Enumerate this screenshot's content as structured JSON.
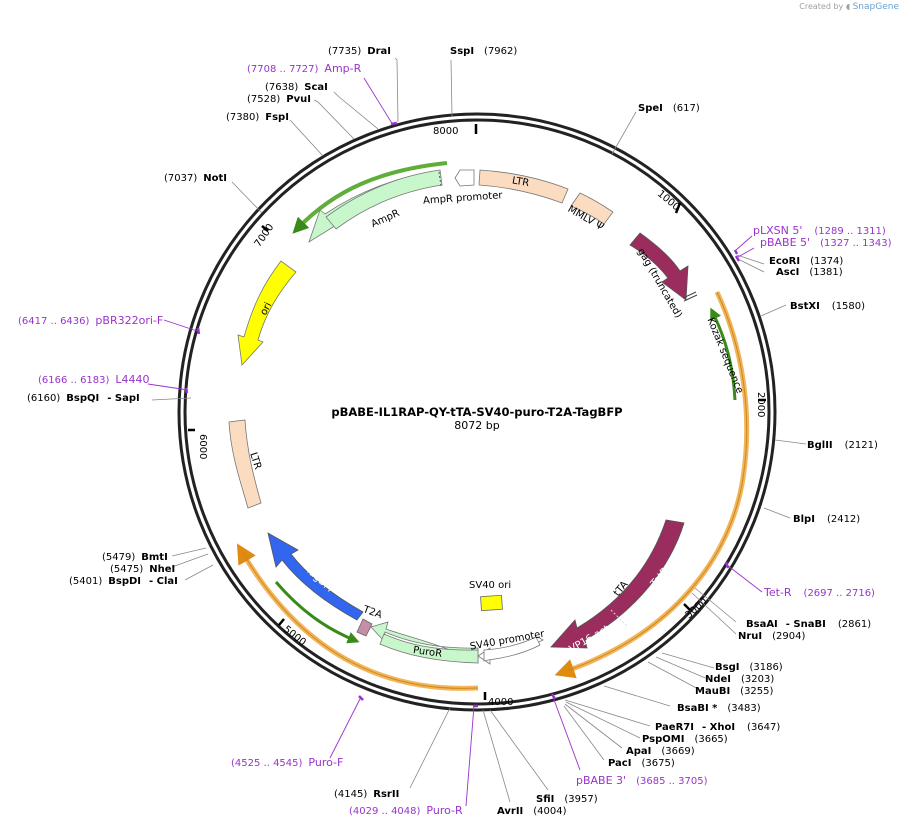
{
  "brand": {
    "created_by": "Created by",
    "name": "SnapGene"
  },
  "plasmid": {
    "name": "pBABE-IL1RAP-QY-tTA-SV40-puro-T2A-TagBFP",
    "length": "8072 bp"
  },
  "ticks": [
    "1000",
    "2000",
    "3000",
    "4000",
    "5000",
    "6000",
    "7000",
    "8000"
  ],
  "features": [
    {
      "name": "LTR",
      "label": "LTR"
    },
    {
      "name": "MMLV psi",
      "label": "MMLV Ψ"
    },
    {
      "name": "gag (truncated)",
      "label": "gag (truncated)"
    },
    {
      "name": "Kozak sequence",
      "label": "Kozak sequence"
    },
    {
      "name": "tTA",
      "label": "tTA"
    },
    {
      "name": "TetR",
      "label": "TetR"
    },
    {
      "name": "VP16 act",
      "label": "VP16 act..."
    },
    {
      "name": "SV40 ori",
      "label": "SV40 ori"
    },
    {
      "name": "SV40 promoter",
      "label": "SV40 promoter"
    },
    {
      "name": "PuroR",
      "label": "PuroR"
    },
    {
      "name": "T2A",
      "label": "T2A"
    },
    {
      "name": "TagBFP",
      "label": "TagBFP"
    },
    {
      "name": "LTR 2",
      "label": "LTR"
    },
    {
      "name": "ori",
      "label": "ori"
    },
    {
      "name": "AmpR",
      "label": "AmpR"
    },
    {
      "name": "AmpR promoter",
      "label": "AmpR promoter"
    }
  ],
  "sites": [
    {
      "name": "DraI",
      "pos": "(7735)"
    },
    {
      "name": "SspI",
      "pos": "(7962)"
    },
    {
      "name": "ScaI",
      "pos": "(7638)"
    },
    {
      "name": "PvuI",
      "pos": "(7528)"
    },
    {
      "name": "FspI",
      "pos": "(7380)"
    },
    {
      "name": "SpeI",
      "pos": "(617)"
    },
    {
      "name": "NotI",
      "pos": "(7037)"
    },
    {
      "name": "EcoRI",
      "pos": "(1374)"
    },
    {
      "name": "AscI",
      "pos": "(1381)"
    },
    {
      "name": "BstXI",
      "pos": "(1580)"
    },
    {
      "name": "BspQI",
      "sep": "- SapI",
      "pos": "(6160)"
    },
    {
      "name": "BglII",
      "pos": "(2121)"
    },
    {
      "name": "BlpI",
      "pos": "(2412)"
    },
    {
      "name": "BmtI",
      "pos": "(5479)"
    },
    {
      "name": "NheI",
      "pos": "(5475)"
    },
    {
      "name": "BspDI",
      "sep": "- ClaI",
      "pos": "(5401)"
    },
    {
      "name": "BsaAI",
      "sep": "- SnaBI",
      "pos": "(2861)"
    },
    {
      "name": "NruI",
      "pos": "(2904)"
    },
    {
      "name": "BsgI",
      "pos": "(3186)"
    },
    {
      "name": "NdeI",
      "pos": "(3203)"
    },
    {
      "name": "MauBI",
      "pos": "(3255)"
    },
    {
      "name": "BsaBI *",
      "pos": "(3483)"
    },
    {
      "name": "PaeR7I",
      "sep": "- XhoI",
      "pos": "(3647)"
    },
    {
      "name": "PspOMI",
      "pos": "(3665)"
    },
    {
      "name": "ApaI",
      "pos": "(3669)"
    },
    {
      "name": "PacI",
      "pos": "(3675)"
    },
    {
      "name": "SfiI",
      "pos": "(3957)"
    },
    {
      "name": "AvrII",
      "pos": "(4004)"
    },
    {
      "name": "RsrII",
      "pos": "(4145)"
    }
  ],
  "primers": [
    {
      "name": "Amp-R",
      "pos": "(7708 .. 7727)"
    },
    {
      "name": "pLXSN 5'",
      "pos": "(1289 .. 1311)"
    },
    {
      "name": "pBABE 5'",
      "pos": "(1327 .. 1343)"
    },
    {
      "name": "pBR322ori-F",
      "pos": "(6417 .. 6436)"
    },
    {
      "name": "L4440",
      "pos": "(6166 .. 6183)"
    },
    {
      "name": "Tet-R",
      "pos": "(2697 .. 2716)"
    },
    {
      "name": "pBABE 3'",
      "pos": "(3685 .. 3705)"
    },
    {
      "name": "Puro-F",
      "pos": "(4525 .. 4545)"
    },
    {
      "name": "Puro-R",
      "pos": "(4029 .. 4048)"
    }
  ],
  "colors": {
    "ltr": "#fbdcc0",
    "gag": "#9b2c5e",
    "tta": "#9b2c5e",
    "sv40ori": "#ffff00",
    "promoter": "#ffffff",
    "puror": "#c8f7cc",
    "t2a": "#c68ea5",
    "tagbfp": "#3366ee",
    "ori": "#ffff00",
    "ampr": "#c8f7cc",
    "orange": "#f3b45a",
    "green": "#3a8a1a",
    "primer": "#9933cc"
  }
}
